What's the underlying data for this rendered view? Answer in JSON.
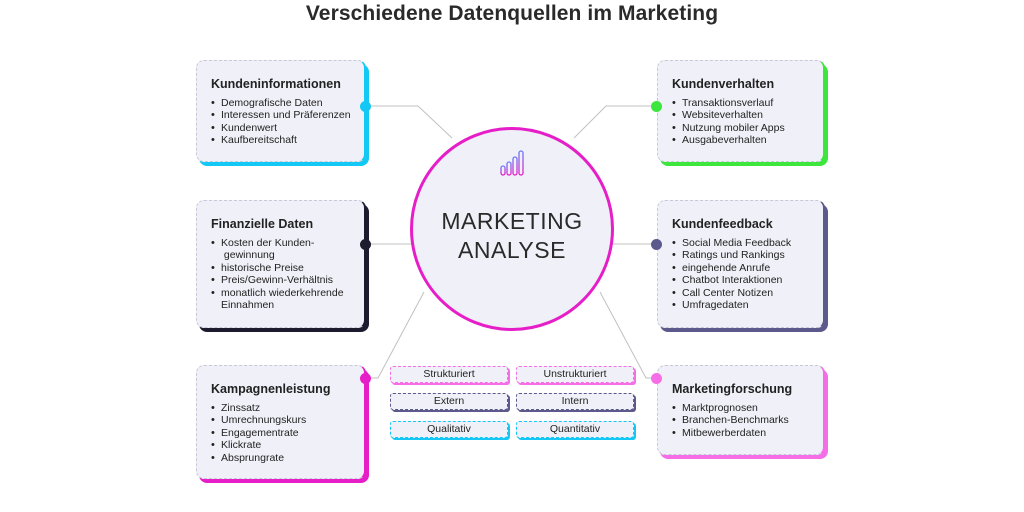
{
  "title": "Verschiedene Datenquellen im Marketing",
  "center": {
    "line1": "MARKETING",
    "line2": "ANALYSE",
    "icon": "bar-chart-icon",
    "border_color": "#e61ec8"
  },
  "cards": {
    "kundeninformationen": {
      "heading": "Kundeninformationen",
      "accent": "#14c8f5",
      "items": [
        "Demografische Daten",
        "Interessen und Präferenzen",
        "Kundenwert",
        "Kaufbereitschaft"
      ]
    },
    "finanzielle_daten": {
      "heading": "Finanzielle Daten",
      "accent": "#1c1c2e",
      "items": [
        "Kosten der Kunden- gewinnung",
        "historische Preise",
        "Preis/Gewinn-Verhältnis",
        "monatlich wiederkehrende Einnahmen"
      ]
    },
    "kampagnenleistung": {
      "heading": "Kampagnenleistung",
      "accent": "#e61ec8",
      "items": [
        "Zinssatz",
        "Umrechnungskurs",
        "Engagementrate",
        "Klickrate",
        "Absprungrate"
      ]
    },
    "kundenverhalten": {
      "heading": "Kundenverhalten",
      "accent": "#3ce63c",
      "items": [
        "Transaktionsverlauf",
        "Websiteverhalten",
        "Nutzung mobiler Apps",
        "Ausgabeverhalten"
      ]
    },
    "kundenfeedback": {
      "heading": "Kundenfeedback",
      "accent": "#5c5a8c",
      "items": [
        "Social Media Feedback",
        "Ratings und Rankings",
        "eingehende Anrufe",
        "Chatbot Interaktionen",
        "Call Center Notizen",
        "Umfragedaten"
      ]
    },
    "marketingforschung": {
      "heading": "Marketingforschung",
      "accent": "#f56ee6",
      "items": [
        "Marktprognosen",
        "Branchen-Benchmarks",
        "Mitbewerberdaten"
      ]
    }
  },
  "tags": [
    {
      "label": "Strukturiert",
      "accent": "#f56ee6"
    },
    {
      "label": "Unstrukturiert",
      "accent": "#f56ee6"
    },
    {
      "label": "Extern",
      "accent": "#5c5a8c"
    },
    {
      "label": "Intern",
      "accent": "#5c5a8c"
    },
    {
      "label": "Qualitativ",
      "accent": "#14c8f5"
    },
    {
      "label": "Quantitativ",
      "accent": "#14c8f5"
    }
  ]
}
